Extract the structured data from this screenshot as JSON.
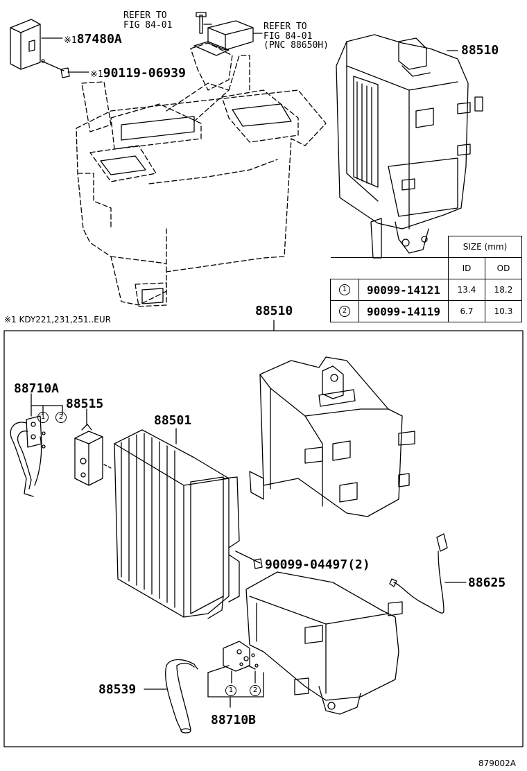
{
  "labels": {
    "refer1": "REFER TO\nFIG 84-01",
    "refer2": "REFER TO\nFIG 84-01\n(PNC 88650H)",
    "p87480a": "87480A",
    "p90119": "90119-06939",
    "p88510_top": "88510",
    "p88510_box": "88510",
    "p88710a": "88710A",
    "p88515": "88515",
    "p88501": "88501",
    "p90099_04497": "90099-04497(2)",
    "p88625": "88625",
    "p88539": "88539",
    "p88710b": "88710B",
    "note": "※1 KDY221,231,251..EUR",
    "mark": "※1",
    "code": "879002A",
    "one": "1",
    "two": "2"
  },
  "size_table": {
    "title": "SIZE (mm)",
    "col_id": "ID",
    "col_od": "OD",
    "rows": [
      {
        "mark": "1",
        "part": "90099-14121",
        "id": "13.4",
        "od": "18.2"
      },
      {
        "mark": "2",
        "part": "90099-14119",
        "id": "6.7",
        "od": "10.3"
      }
    ]
  }
}
